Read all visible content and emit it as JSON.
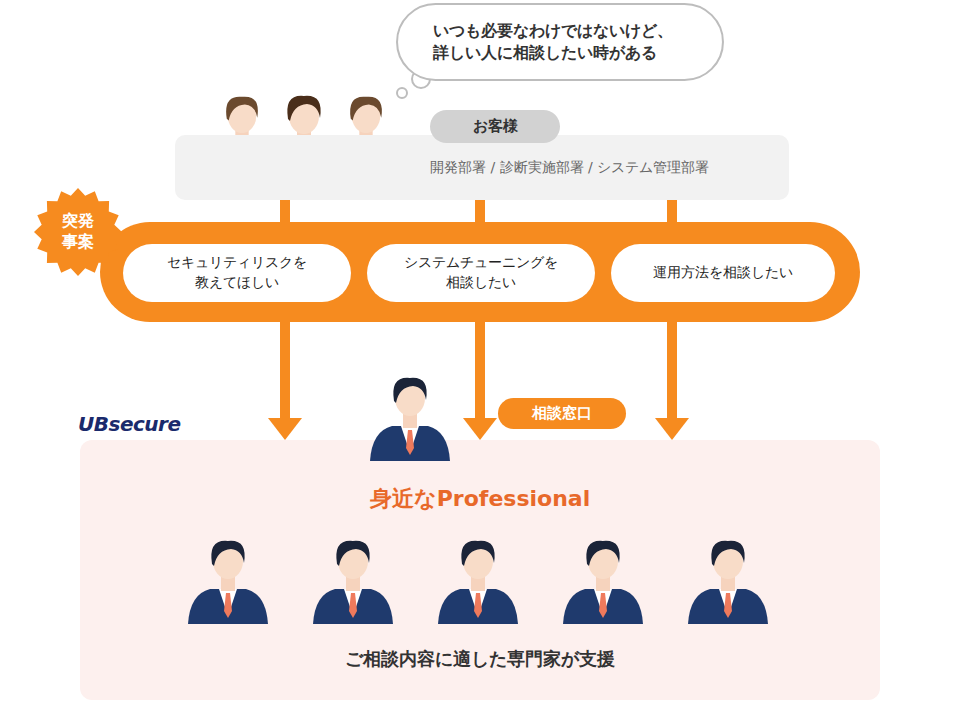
{
  "diagram": {
    "nodes": [
      {
        "text": [
          "いつも必要なわけではないけど、 詳しい人に相談したい時がある"
        ]
      },
      {
        "text": [
          "開発部署 / 診断実施部署 / システム管理部署"
        ]
      },
      {
        "text": [
          "お客様"
        ],
        "in": 1
      },
      {
        "text": [
          "突発事案"
        ]
      },
      {
        "text": [
          "セキュリティリスクを 教えてほしい"
        ]
      },
      {
        "text": [
          "システムチューニングを 相談したい"
        ]
      },
      {
        "text": [
          "運用方法を相談したい"
        ]
      },
      {
        "text": [
          "相談窓口"
        ]
      },
      {
        "text": [
          "身近なProfessional",
          "ご相談内容に適した専門家が支援"
        ]
      }
    ],
    "edges": [
      {
        "from": 1,
        "to": 4,
        "arrow": "none"
      },
      {
        "from": 1,
        "to": 5,
        "arrow": "none"
      },
      {
        "from": 1,
        "to": 6,
        "arrow": "none"
      },
      {
        "from": 4,
        "to": 8,
        "arrow": "to"
      },
      {
        "from": 5,
        "to": 8,
        "arrow": "to"
      },
      {
        "from": 6,
        "to": 8,
        "arrow": "to"
      }
    ],
    "labels": [
      "UBsecure"
    ]
  }
}
